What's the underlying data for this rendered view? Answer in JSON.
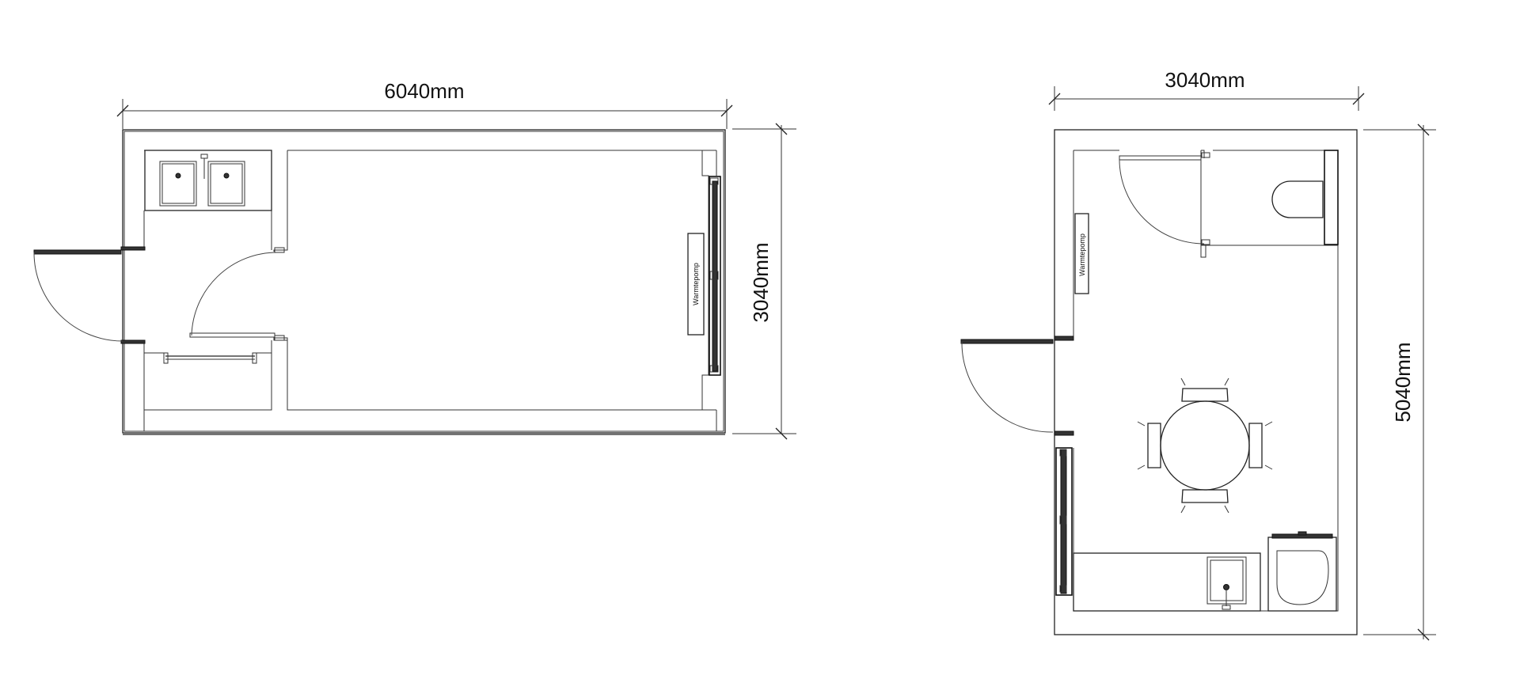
{
  "plan_left": {
    "dim_width": "6040mm",
    "dim_height": "3040mm",
    "heat_pump_label": "Warmtepomp"
  },
  "plan_right": {
    "dim_width": "3040mm",
    "dim_height": "5040mm",
    "heat_pump_label": "Warmtepomp"
  }
}
